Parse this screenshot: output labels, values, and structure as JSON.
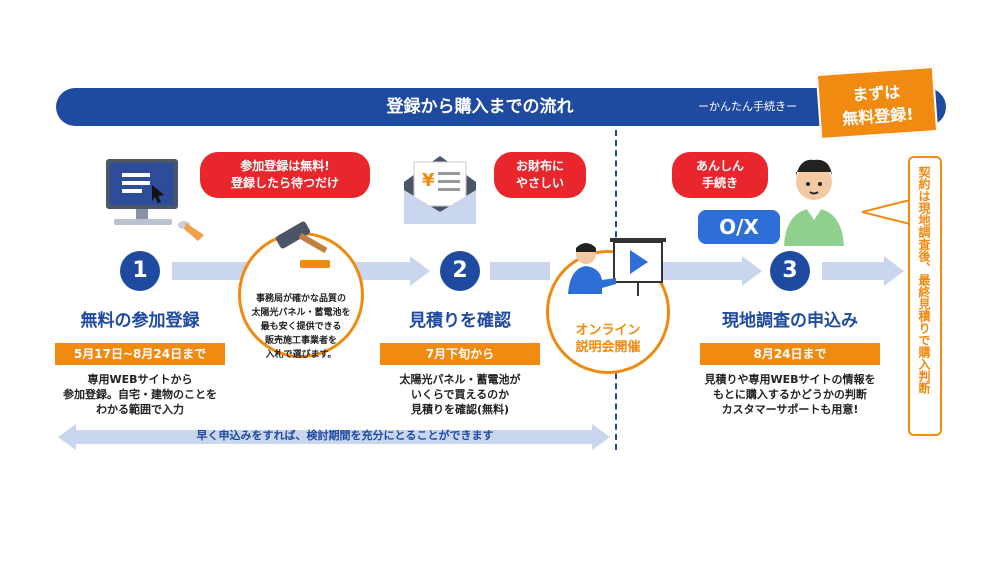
{
  "header": {
    "title": "登録から購入までの流れ",
    "subtitle": "ーかんたん手続きー",
    "badge": "まずは\n無料登録!"
  },
  "steps": [
    {
      "number": "1",
      "title": "無料の参加登録",
      "date": "5月17日~8月24日まで",
      "desc": "専用WEBサイトから\n参加登録。自宅・建物のことを\nわかる範囲で入力",
      "bubble": "参加登録は無料!\n登録したら待つだけ"
    },
    {
      "number": "2",
      "title": "見積りを確認",
      "date": "7月下旬から",
      "desc": "太陽光パネル・蓄電池が\nいくらで買えるのか\n見積りを確認(無料)",
      "bubble": "お財布に\nやさしい"
    },
    {
      "number": "3",
      "title": "現地調査の申込み",
      "date": "8月24日まで",
      "desc": "見積りや専用WEBサイトの情報を\nもとに購入するかどうかの判断\nカスタマーサポートも用意!",
      "bubble": "あんしん\n手続き"
    }
  ],
  "auction_circle": "事務局が確かな品質の\n太陽光パネル・蓄電池を\n最も安く提供できる\n販売施工事業者を\n入札で選びます。",
  "online_circle": "オンライン\n説明会開催",
  "ox_sign": "O/X",
  "bottom_note": "早く申込みをすれば、検討期間を充分にとることができます",
  "side_note": "契約は現地調査後、最終見積りで購入判断",
  "colors": {
    "primary": "#1e4aa0",
    "accent": "#f08a10",
    "bubble": "#e8262b",
    "arrow": "#c9d6ee"
  }
}
